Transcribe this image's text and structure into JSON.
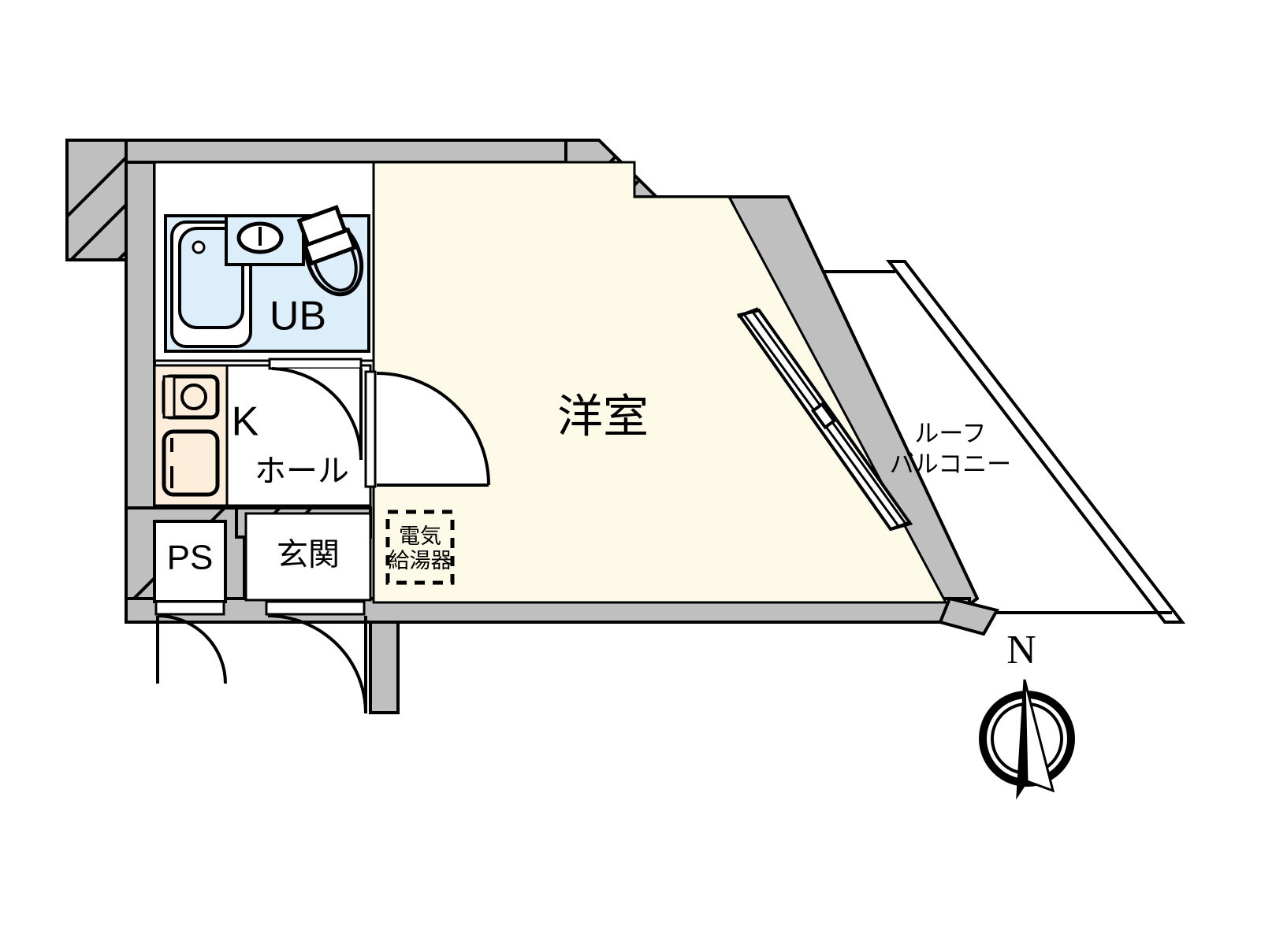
{
  "plan": {
    "title": "",
    "rooms": [
      {
        "id": "yoshitsu",
        "label": "洋室",
        "kind": "western-room"
      },
      {
        "id": "ub",
        "label": "UB",
        "kind": "unit-bath"
      },
      {
        "id": "kitchen",
        "label": "K",
        "kind": "kitchen"
      },
      {
        "id": "hall",
        "label": "ホール",
        "kind": "hall"
      },
      {
        "id": "genkan",
        "label": "玄関",
        "kind": "entrance"
      },
      {
        "id": "ps",
        "label": "PS",
        "kind": "pipe-shaft"
      },
      {
        "id": "balcony",
        "label_line1": "ルーフ",
        "label_line2": "バルコニー",
        "kind": "roof-balcony"
      }
    ],
    "equipment": [
      {
        "id": "water-heater",
        "label_line1": "電気",
        "label_line2": "給湯器",
        "kind": "electric-water-heater"
      }
    ],
    "compass": {
      "label": "N"
    },
    "colors": {
      "wall_fill": "#bfbfbf",
      "room_fill": "#fdfbe8",
      "bath_fill": "#ddeefb",
      "kitchen_fill": "#fdeedb",
      "white_fill": "#ffffff",
      "line": "#000000"
    }
  }
}
